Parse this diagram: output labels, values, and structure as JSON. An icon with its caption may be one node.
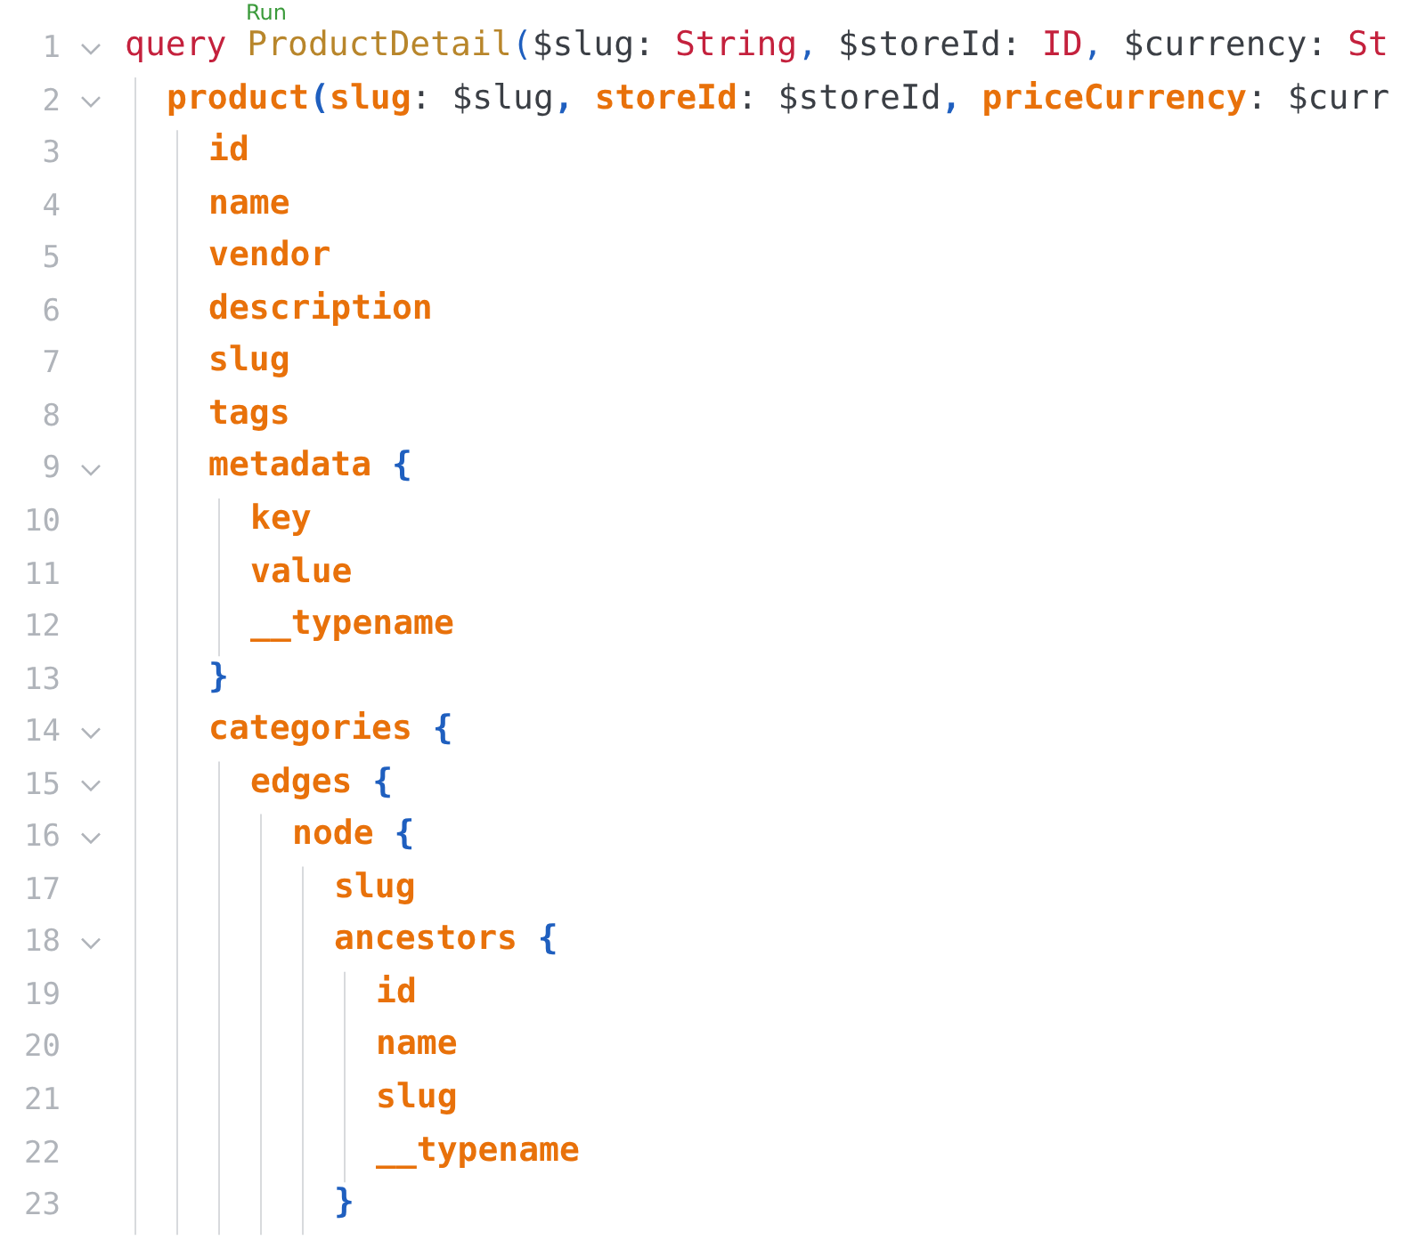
{
  "diagram": {
    "labels": [
      "Run",
      "1",
      "query ProductDetail($slug: String, $storeId: ID, $currency: St",
      "2",
      "product(slug: $slug, storeId: $storeId, priceCurrency: $curr",
      "3",
      "id",
      "4",
      "name",
      "5",
      "vendor",
      "6",
      "description",
      "7",
      "slug",
      "8",
      "tags",
      "9",
      "metadata {",
      "10",
      "key",
      "11",
      "value",
      "12",
      "__typename",
      "13",
      "}",
      "14",
      "categories {",
      "15",
      "edges {",
      "16",
      "node {",
      "17",
      "slug",
      "18",
      "ancestors {",
      "19",
      "id",
      "20",
      "name",
      "21",
      "slug",
      "22",
      "__typename",
      "23",
      "}"
    ]
  }
}
